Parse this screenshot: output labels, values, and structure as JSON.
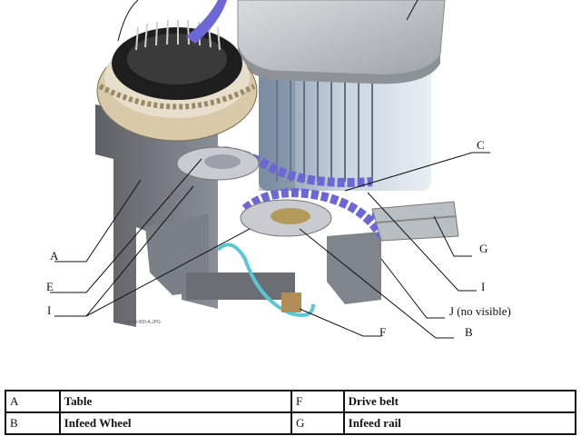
{
  "callouts": {
    "A": "A",
    "E": "E",
    "I_left": "I",
    "C": "C",
    "G": "G",
    "I_right": "I",
    "J": "J (no   visible)",
    "F": "F",
    "B": "B"
  },
  "figure_id": "00-00-000-A.JPG",
  "legend": {
    "rows": [
      {
        "k1": "A",
        "v1": "Table",
        "k2": "F",
        "v2": "Drive belt"
      },
      {
        "k1": "B",
        "v1": "Infeed Wheel",
        "k2": "G",
        "v2": "Infeed rail"
      }
    ]
  },
  "colors": {
    "steel": "#9aa0a8",
    "frame": "#6f7378",
    "bottle_blue": "#6b68d6",
    "belt": "#59c7d6",
    "tank": "#aab8c6"
  }
}
